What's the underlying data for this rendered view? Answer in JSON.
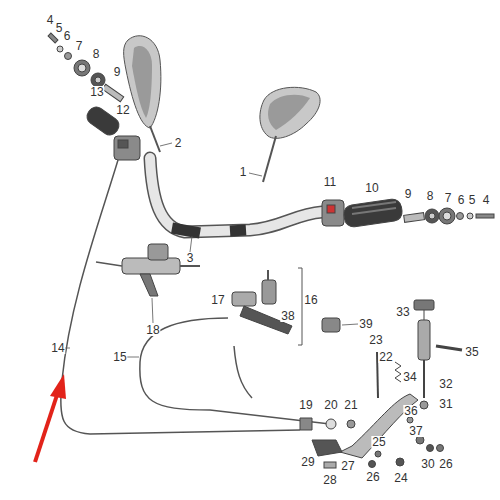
{
  "diagram": {
    "labels": [
      "4",
      "5",
      "6",
      "7",
      "8",
      "9",
      "13",
      "12",
      "2",
      "1",
      "11",
      "10",
      "9",
      "8",
      "7",
      "6",
      "5",
      "4",
      "3",
      "14",
      "15",
      "18",
      "17",
      "16",
      "38",
      "39",
      "33",
      "35",
      "23",
      "22",
      "34",
      "32",
      "19",
      "20",
      "21",
      "31",
      "36",
      "37",
      "29",
      "28",
      "27",
      "26",
      "25",
      "24",
      "30",
      "26"
    ]
  }
}
